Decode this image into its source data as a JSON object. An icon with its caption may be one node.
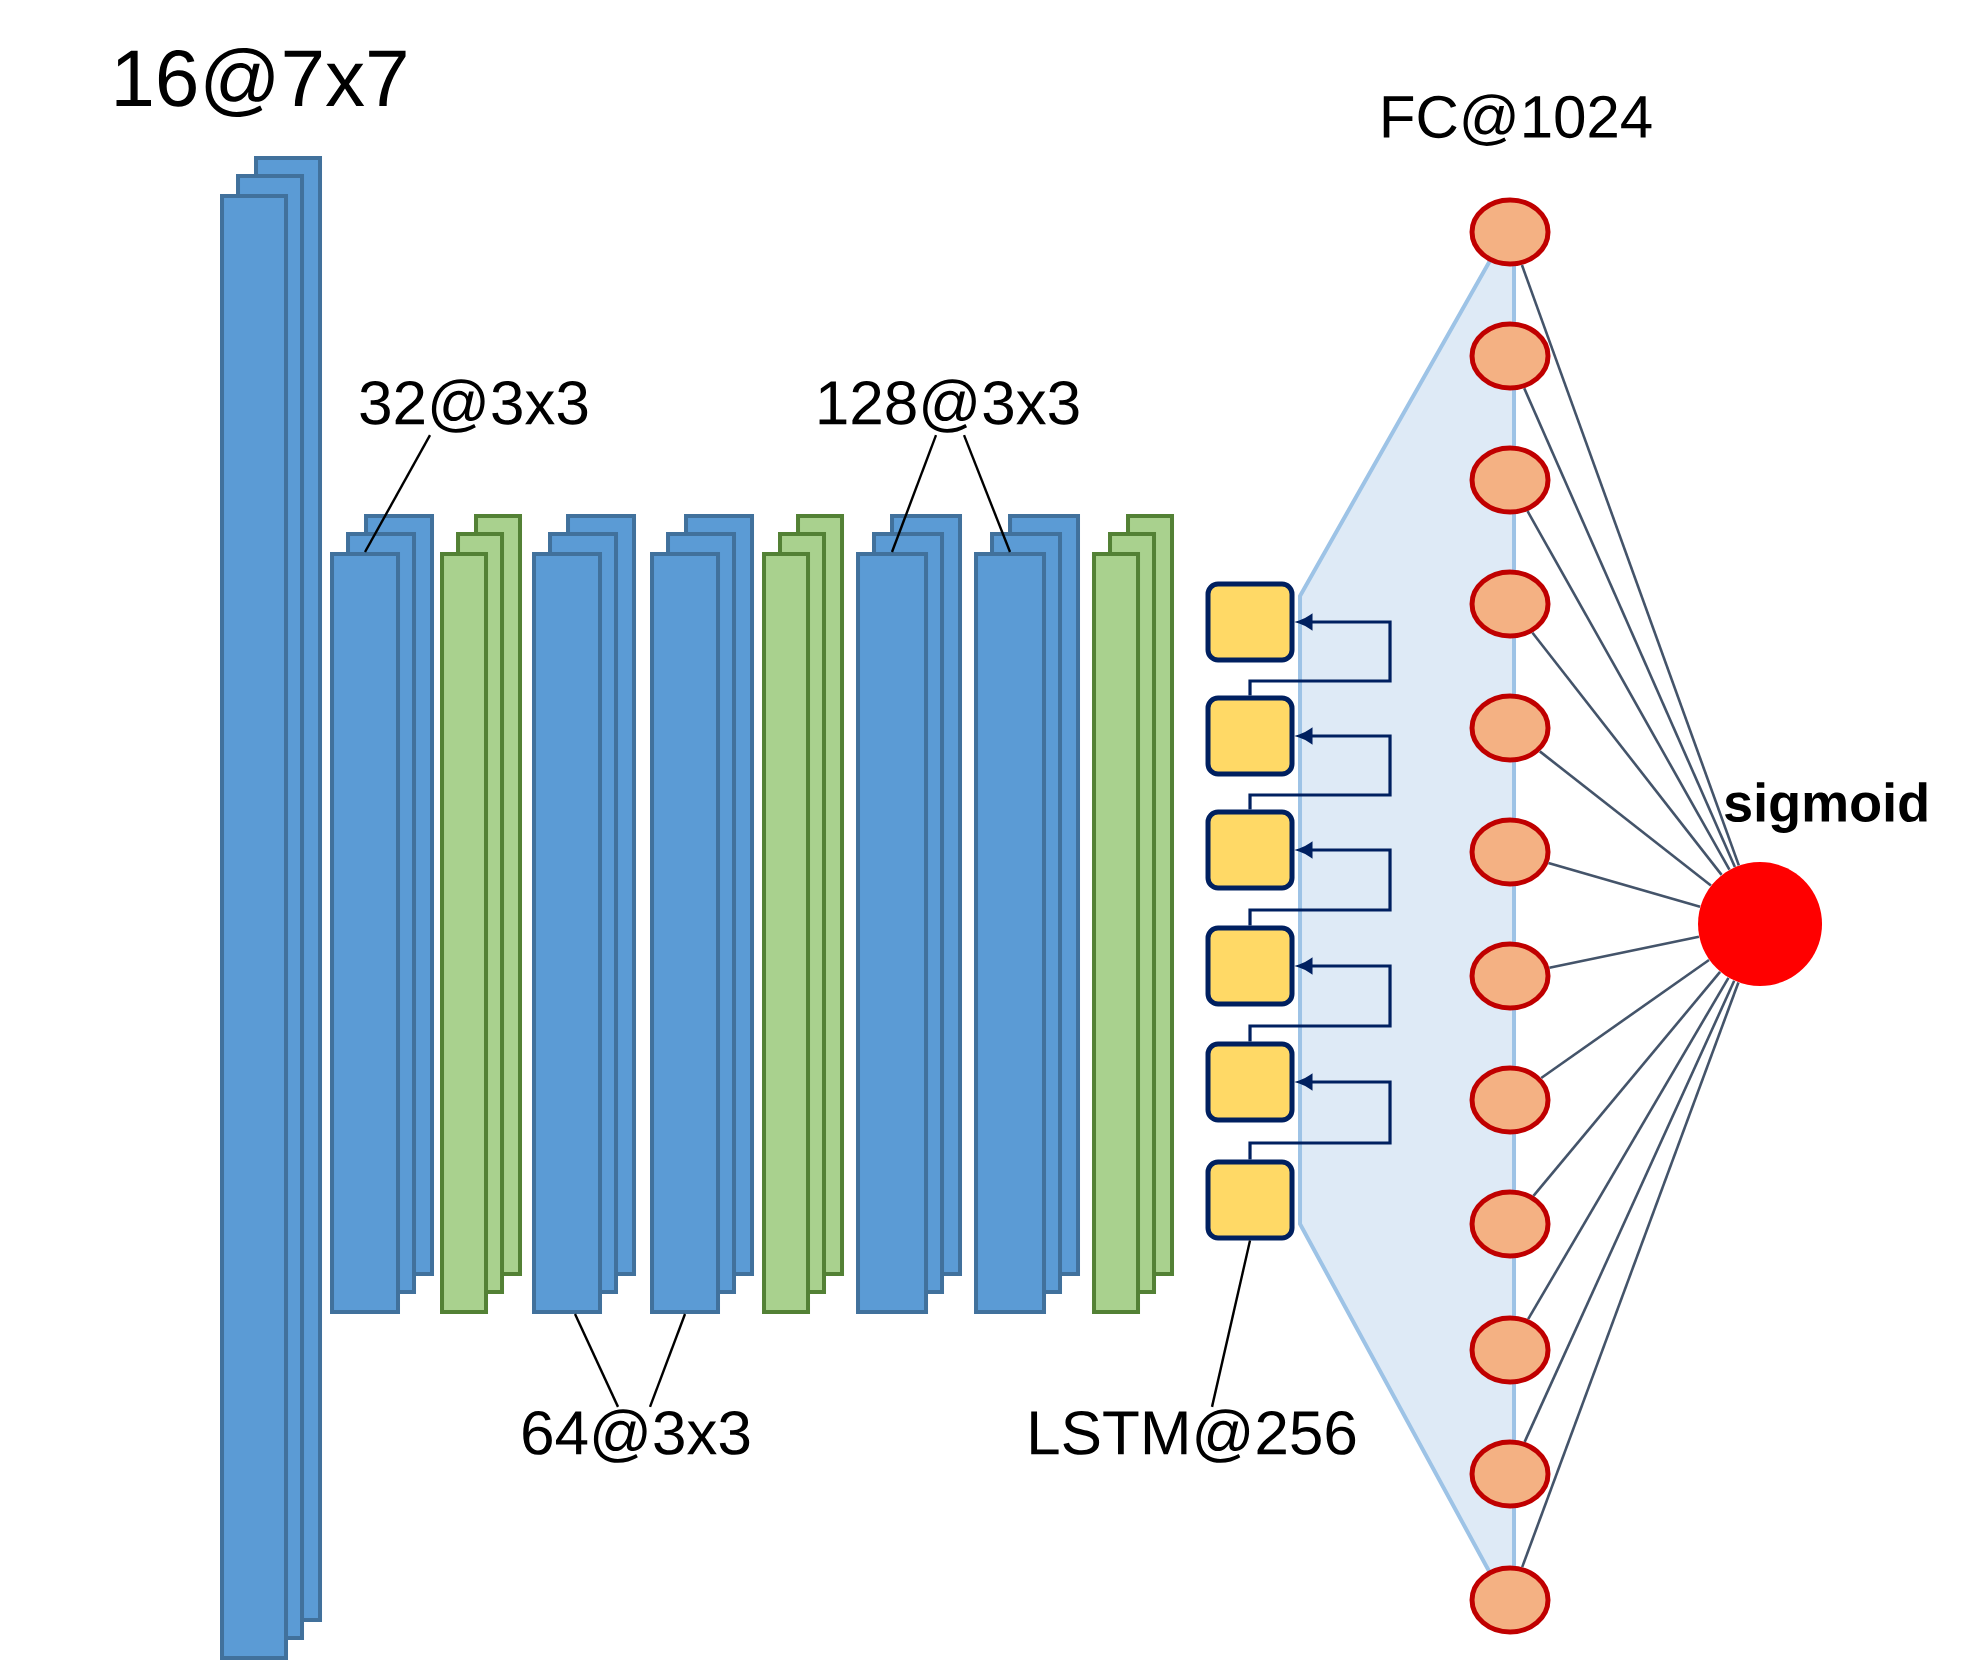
{
  "diagram": {
    "nodes": [
      {
        "text": [
          "16@7x7"
        ]
      },
      {
        "text": [],
        "shape": "box"
      },
      {
        "text": [],
        "shape": "box"
      },
      {
        "text": [],
        "shape": "box"
      },
      {
        "text": [],
        "shape": "box"
      },
      {
        "text": [],
        "shape": "box"
      },
      {
        "text": [],
        "shape": "box"
      },
      {
        "text": [],
        "shape": "box"
      },
      {
        "text": [],
        "shape": "box"
      },
      {
        "text": [],
        "shape": "box"
      },
      {
        "text": [],
        "shape": "box"
      },
      {
        "text": [],
        "shape": "box"
      },
      {
        "text": [],
        "shape": "box"
      },
      {
        "text": [],
        "shape": "box"
      },
      {
        "text": [],
        "shape": "box"
      },
      {
        "text": [],
        "shape": "circle"
      },
      {
        "text": [],
        "shape": "circle"
      },
      {
        "text": [],
        "shape": "circle"
      },
      {
        "text": [],
        "shape": "circle"
      },
      {
        "text": [],
        "shape": "circle"
      },
      {
        "text": [],
        "shape": "circle"
      },
      {
        "text": [],
        "shape": "circle"
      },
      {
        "text": [],
        "shape": "circle"
      },
      {
        "text": [],
        "shape": "circle"
      },
      {
        "text": [],
        "shape": "circle"
      },
      {
        "text": [],
        "shape": "circle"
      },
      {
        "text": [],
        "shape": "circle"
      },
      {
        "text": [
          "sigmoid"
        ]
      },
      {
        "text": [
          "32@3x3"
        ]
      },
      {
        "text": [
          "64@3x3"
        ]
      },
      {
        "text": [
          "128@3x3"
        ]
      },
      {
        "text": [
          "LSTM@256"
        ]
      }
    ],
    "edges": [
      {
        "from": 28,
        "to": 1,
        "arrow": "none",
        "color": "#000000"
      },
      {
        "from": 29,
        "to": 3,
        "arrow": "none",
        "color": "#000000"
      },
      {
        "from": 29,
        "to": 4,
        "arrow": "none",
        "color": "#000000"
      },
      {
        "from": 30,
        "to": 6,
        "arrow": "none",
        "color": "#000000"
      },
      {
        "from": 30,
        "to": 7,
        "arrow": "none",
        "color": "#000000"
      },
      {
        "from": 31,
        "to": 14,
        "arrow": "none",
        "color": "#000000"
      },
      {
        "from": 10,
        "to": 9,
        "arrow": "to"
      },
      {
        "from": 11,
        "to": 10,
        "arrow": "to"
      },
      {
        "from": 12,
        "to": 11,
        "arrow": "to"
      },
      {
        "from": 13,
        "to": 12,
        "arrow": "to"
      },
      {
        "from": 14,
        "to": 13,
        "arrow": "to"
      },
      {
        "from": 15,
        "to": 27,
        "arrow": "none"
      },
      {
        "from": 16,
        "to": 27,
        "arrow": "none"
      },
      {
        "from": 17,
        "to": 27,
        "arrow": "none"
      },
      {
        "from": 18,
        "to": 27,
        "arrow": "none"
      },
      {
        "from": 19,
        "to": 27,
        "arrow": "none"
      },
      {
        "from": 20,
        "to": 27,
        "arrow": "none"
      },
      {
        "from": 21,
        "to": 27,
        "arrow": "none"
      },
      {
        "from": 22,
        "to": 27,
        "arrow": "none"
      },
      {
        "from": 23,
        "to": 27,
        "arrow": "none"
      },
      {
        "from": 24,
        "to": 27,
        "arrow": "none"
      },
      {
        "from": 25,
        "to": 27,
        "arrow": "none"
      },
      {
        "from": 26,
        "to": 27,
        "arrow": "none"
      }
    ],
    "labels": [
      "FC@1024"
    ]
  }
}
